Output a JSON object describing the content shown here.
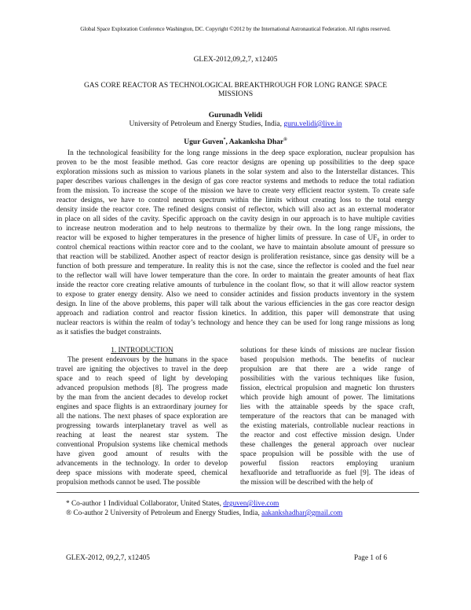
{
  "header": {
    "copyright": "Global Space Exploration Conference Washington, DC. Copyright ©2012 by the International Astronautical Federation. All rights reserved.",
    "paper_id": "GLEX-2012,09,2,7, x12405"
  },
  "title": "GAS CORE REACTOR AS TECHNOLOGICAL BREAKTHROUGH FOR LONG RANGE SPACE MISSIONS",
  "authors": {
    "author1": "Gurunadh Velidi",
    "affiliation1": "University of Petroleum and Energy Studies, India, ",
    "email1": "guru.velidi@live.in",
    "author2": "Ugur Guven",
    "author2_mark": "*",
    "separator": ", ",
    "author3": "Aakanksha Dhar",
    "author3_mark": "®"
  },
  "abstract_lines": [
    "In the technological feasibility for the long range missions in the deep space exploration, nuclear propulsion has",
    "proven to be the most feasible method. Gas core reactor designs are opening up possibilities to the deep space",
    "exploration missions such as mission to various planets in the solar system and also to the Interstellar distances. This",
    "paper describes various challenges in the design of gas core reactor systems and methods to reduce the total radiation",
    "from the mission. To increase the scope of the mission we have to create very efficient reactor system. To create safe",
    "reactor designs, we have to control neutron spectrum within the limits without creating loss to the total energy",
    "density inside the reactor core. The refined designs consist of reflector, which will also act as an external moderator",
    "in place on all sides of the cavity. Specific approach on the cavity design in our approach is to have multiple cavities",
    "to increase neutron moderation and to help neutrons to thermalize by their own. In the long range missions, the",
    "reactor will be exposed to higher temperatures in the presence of higher limits of pressure. In case of UF₆ in order to",
    "control chemical reactions within reactor core and to the coolant, we have to maintain absolute amount of pressure so",
    "that reaction will be stabilized. Another aspect of reactor design is proliferation resistance, since gas density will be a",
    "function of both pressure and temperature. In reality this is not the case, since the reflector is cooled and the fuel near",
    "to the reflector wall will have lower temperature than the core. In order to maintain the greater amounts of heat flax",
    "inside the reactor core creating relative amounts of turbulence in the coolant flow, so that it will allow reactor system",
    "to expose to grater energy density. Also we need to consider actinides and fission products inventory in the system",
    "design. In line of the above problems, this paper will talk about the various efficiencies in the gas core reactor design",
    "approach and radiation control and reactor fission kinetics.  In addition, this paper will demonstrate that using",
    "nuclear reactors is within the realm of today’s technology and hence they can be used for long range missions as long",
    "as it satisfies the budget constraints."
  ],
  "introduction": {
    "heading": "1. INTRODUCTION",
    "left_lines": [
      "The present endeavours by the humans in the space",
      "travel are igniting the objectives to travel in the deep",
      "space and to reach speed of light by developing",
      "advanced propulsion methods [8]. The progress made",
      "by the man from the ancient decades to develop rocket",
      "engines and space flights is an extraordinary journey for",
      "all the nations. The next phases of space exploration are",
      "progressing towards interplanetary travel as well as",
      "reaching at least the nearest star system. The",
      "conventional Propulsion systems like chemical methods",
      "have given good amount of results with the",
      "advancements in the technology. In order to develop",
      "deep space missions with moderate speed, chemical",
      "propulsion methods cannot be used. The possible"
    ],
    "right_lines": [
      "solutions for these kinds of missions are nuclear fission",
      "based propulsion methods. The benefits of nuclear",
      "propulsion are that there are a wide range of",
      "possibilities with the various techniques like fusion,",
      "fission, electrical propulsion and magnetic Ion thrusters",
      "which provide high amount of power. The limitations",
      "lies with the attainable speeds by the space craft,",
      "temperature of the reactors that can be managed with",
      "the existing materials, controllable nuclear reactions in",
      "the reactor and cost effective mission design. Under",
      "these challenges the general approach over nuclear",
      "space propulsion will be possible with the use of",
      "powerful fission reactors employing uranium",
      "hexafluoride and tetrafluoride as fuel [9]. The ideas of",
      "the mission will be described with the help of"
    ]
  },
  "footnotes": [
    {
      "mark": "*",
      "text": " Co-author 1 Individual Collaborator, United States, ",
      "email": "drguven@live.com"
    },
    {
      "mark": "®",
      "text": " Co-author 2 University of Petroleum and Energy Studies, India, ",
      "email": "aakankshadhar@gmail.com"
    }
  ],
  "footer": {
    "paper_id": "GLEX-2012, 09,2,7, x12405",
    "page": "Page 1 of 6"
  },
  "colors": {
    "link": "#1a1adb",
    "text": "#111111"
  }
}
